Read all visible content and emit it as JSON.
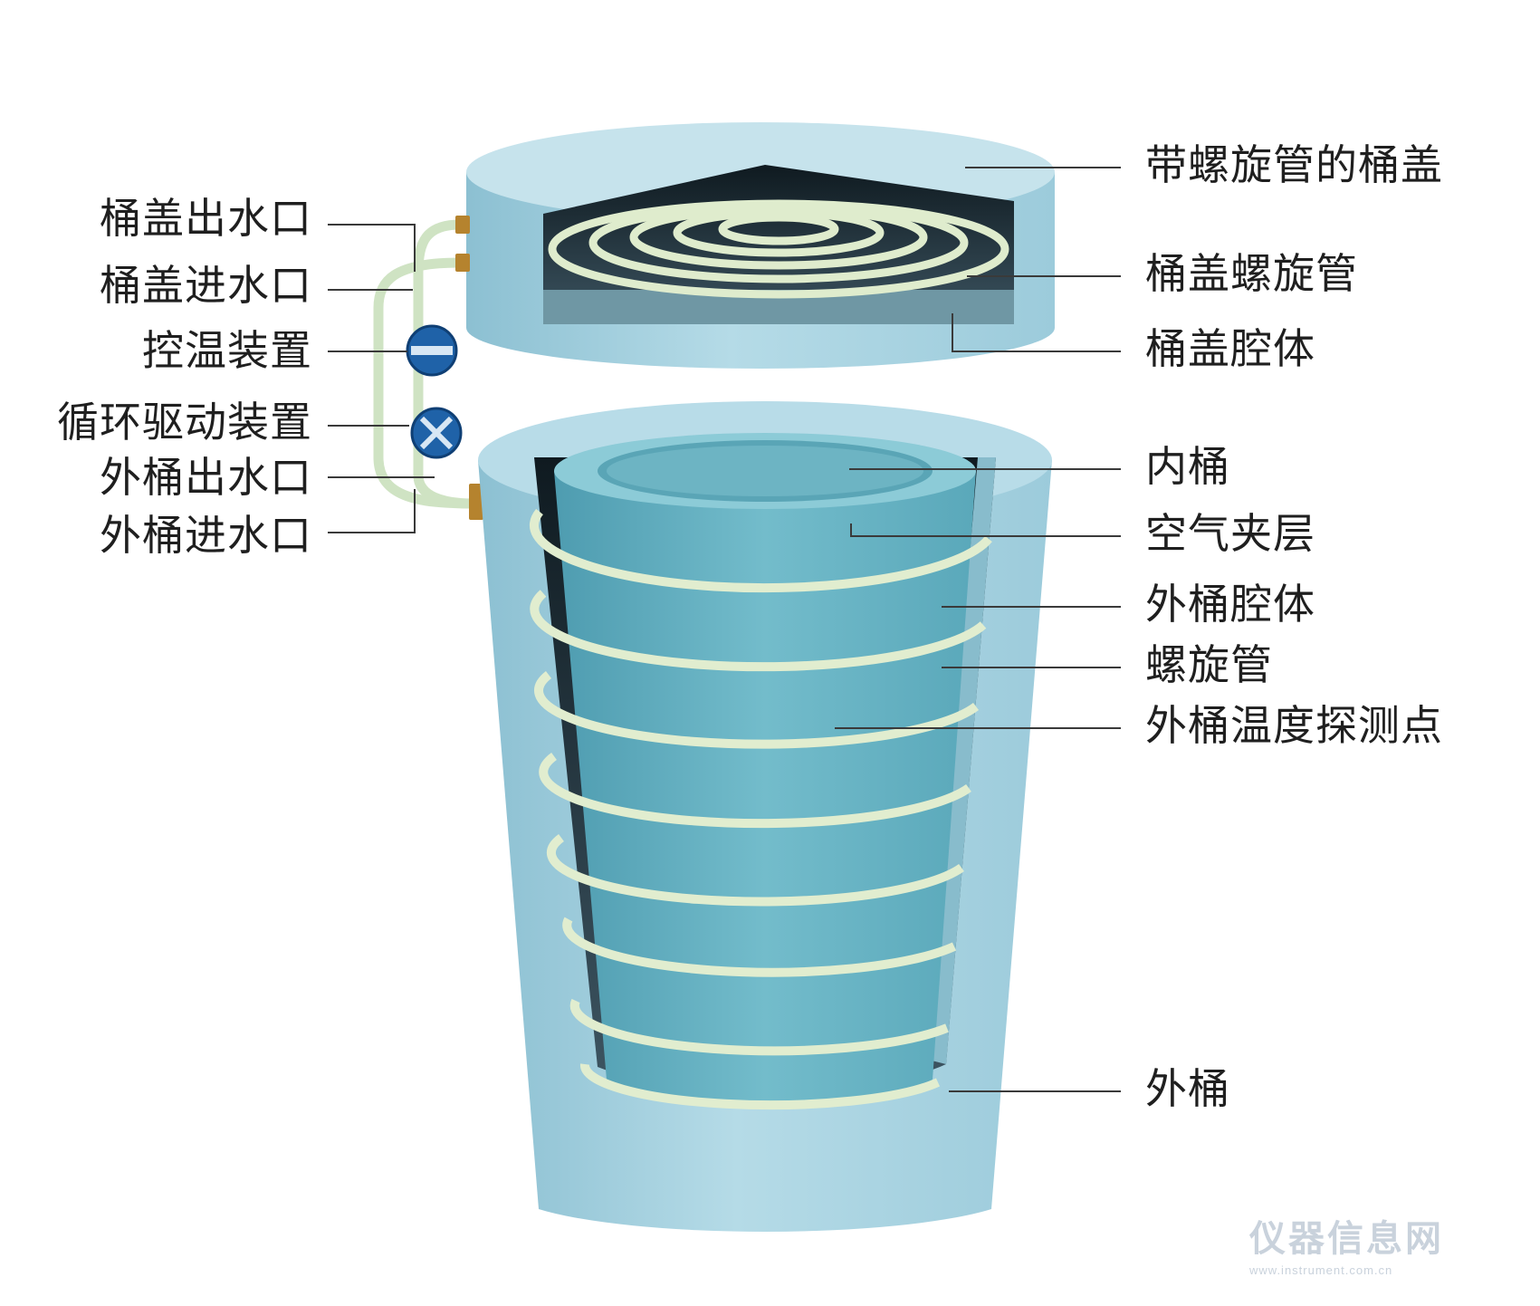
{
  "labels": {
    "lid_outlet": "桶盖出水口",
    "lid_inlet": "桶盖进水口",
    "temp_control": "控温装置",
    "circulation_drive": "循环驱动装置",
    "outer_outlet": "外桶出水口",
    "outer_inlet": "外桶进水口",
    "lid_with_spiral": "带螺旋管的桶盖",
    "lid_spiral_tube": "桶盖螺旋管",
    "lid_cavity": "桶盖腔体",
    "inner_bucket": "内桶",
    "air_layer": "空气夹层",
    "outer_cavity": "外桶腔体",
    "spiral_tube": "螺旋管",
    "outer_temp_probe": "外桶温度探测点",
    "outer_bucket": "外桶"
  },
  "watermark": {
    "text": "仪器信息网",
    "url": "www.instrument.com.cn"
  },
  "colors": {
    "shell": "#a9d3e0",
    "shell_dark": "#7fb7ca",
    "inner": "#6fb6c6",
    "tube": "#dfeccd",
    "cavity": "#2a3a44",
    "valve": "#1f62a8",
    "leader": "#3a3a3a"
  }
}
